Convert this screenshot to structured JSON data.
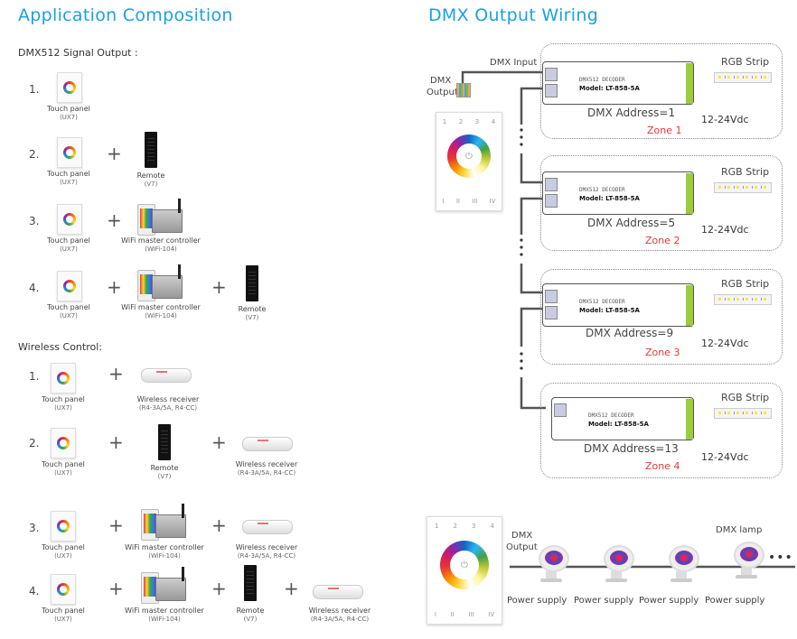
{
  "left": {
    "title": "Application Composition",
    "sections": [
      {
        "heading": "DMX512 Signal Output :",
        "rows": [
          {
            "num": "1.",
            "items": [
              "touch_panel"
            ]
          },
          {
            "num": "2.",
            "items": [
              "touch_panel",
              "remote"
            ]
          },
          {
            "num": "3.",
            "items": [
              "touch_panel",
              "wifi"
            ]
          },
          {
            "num": "4.",
            "items": [
              "touch_panel",
              "wifi",
              "remote"
            ]
          }
        ]
      },
      {
        "heading": "Wireless Control:",
        "rows": [
          {
            "num": "1.",
            "items": [
              "touch_panel",
              "receiver"
            ]
          },
          {
            "num": "2.",
            "items": [
              "touch_panel",
              "remote",
              "receiver"
            ]
          },
          {
            "num": "3.",
            "items": [
              "touch_panel",
              "wifi",
              "receiver"
            ]
          },
          {
            "num": "4.",
            "items": [
              "touch_panel",
              "wifi",
              "remote",
              "receiver"
            ]
          }
        ]
      }
    ],
    "plus": "+",
    "devices": {
      "touch_panel": {
        "name": "Touch panel",
        "model": "(UX7)"
      },
      "remote": {
        "name": "Remote",
        "model": "(V7)"
      },
      "wifi": {
        "name": "WiFi master controller",
        "model": "(WiFi-104)"
      },
      "receiver": {
        "name": "Wireless receiver",
        "model": "(R4-3A/5A, R4-CC)"
      }
    }
  },
  "right": {
    "title": "DMX Output Wiring",
    "dmx_input_label": "DMX Input",
    "dmx_output_label_1": "DMX",
    "dmx_output_label_2": "Output",
    "decoder": {
      "line1": "DMX512 DECODER",
      "line2": "Model: LT-858-5A"
    },
    "strip_label": "RGB Strip",
    "power_label": "12-24Vdc",
    "zones": [
      {
        "address": "DMX Address=1",
        "zone": "Zone 1"
      },
      {
        "address": "DMX Address=5",
        "zone": "Zone 2"
      },
      {
        "address": "DMX Address=9",
        "zone": "Zone 3"
      },
      {
        "address": "DMX Address=13",
        "zone": "Zone 4"
      }
    ],
    "panel_keys_top": [
      "1",
      "2",
      "3",
      "4"
    ],
    "panel_keys_bottom": [
      "I",
      "II",
      "III",
      "IV"
    ],
    "lamp_section": {
      "dmx_label_1": "DMX",
      "dmx_label_2": "Output",
      "lamp_label": "DMX lamp",
      "power_supply": "Power supply",
      "ellipsis": "•••",
      "lamp_count": 4
    }
  }
}
